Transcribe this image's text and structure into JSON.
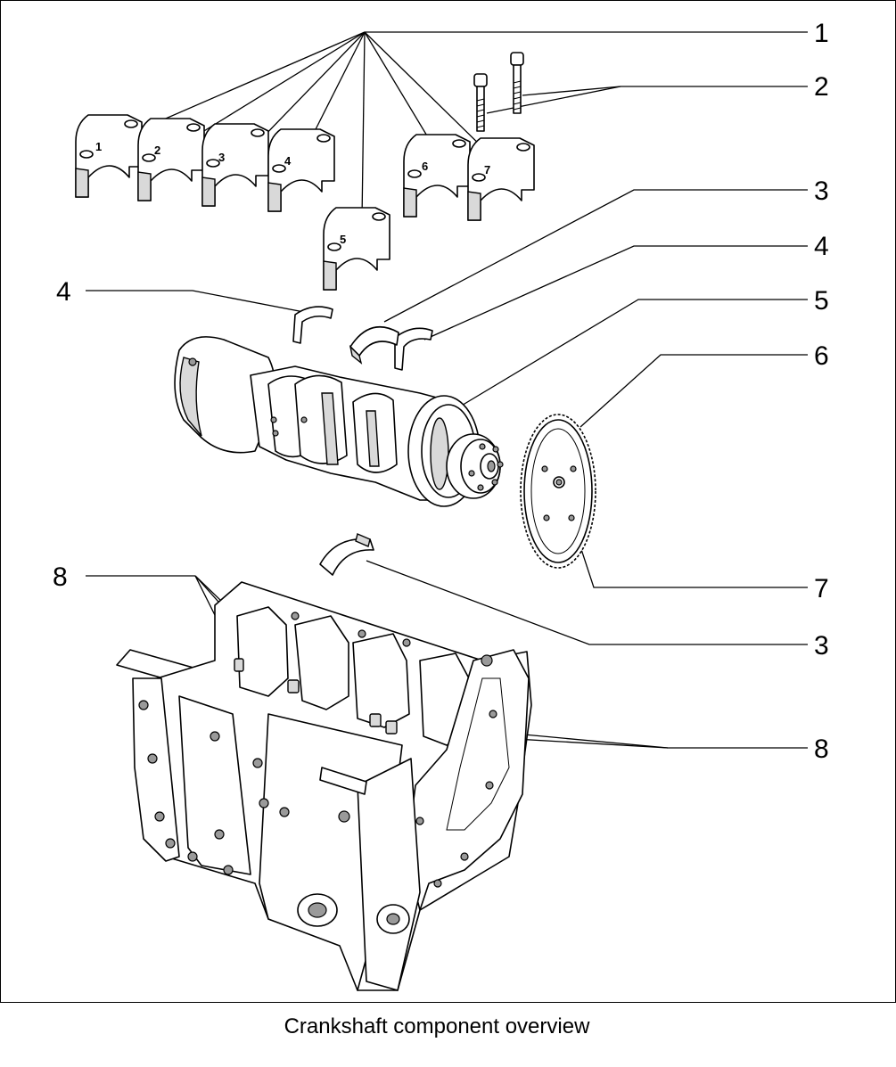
{
  "caption": "Crankshaft component overview",
  "callouts": [
    {
      "id": "c1",
      "label": "1"
    },
    {
      "id": "c2",
      "label": "2"
    },
    {
      "id": "c3a",
      "label": "3"
    },
    {
      "id": "c4a",
      "label": "4"
    },
    {
      "id": "c4b",
      "label": "4"
    },
    {
      "id": "c5",
      "label": "5"
    },
    {
      "id": "c6",
      "label": "6"
    },
    {
      "id": "c7",
      "label": "7"
    },
    {
      "id": "c3b",
      "label": "3"
    },
    {
      "id": "c8a",
      "label": "8"
    },
    {
      "id": "c8b",
      "label": "8"
    }
  ],
  "bearing_caps": [
    "1",
    "2",
    "3",
    "4",
    "5",
    "6",
    "7"
  ]
}
